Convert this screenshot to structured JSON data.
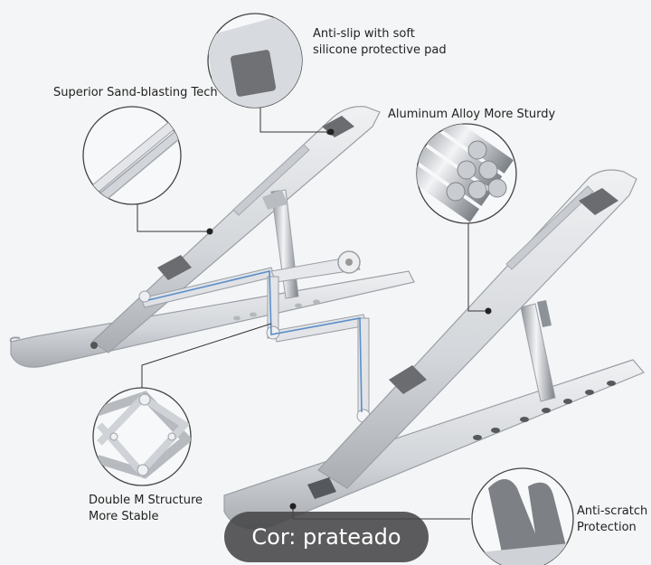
{
  "callouts": {
    "anti_slip": "Anti-slip with soft\nsilicone protective pad",
    "sand_blasting": "Superior Sand-blasting Tech",
    "aluminum": "Aluminum Alloy More Sturdy",
    "double_m": "Double M Structure\nMore Stable",
    "anti_scratch": "Anti-scratch\nProtection"
  },
  "color_label": "Cor: prateado",
  "colors": {
    "metal_light": "#e4e6e9",
    "metal_mid": "#c4c8cd",
    "metal_dark": "#8d9298",
    "pad": "#6a6c70",
    "accent_line": "#5b8ec9"
  }
}
